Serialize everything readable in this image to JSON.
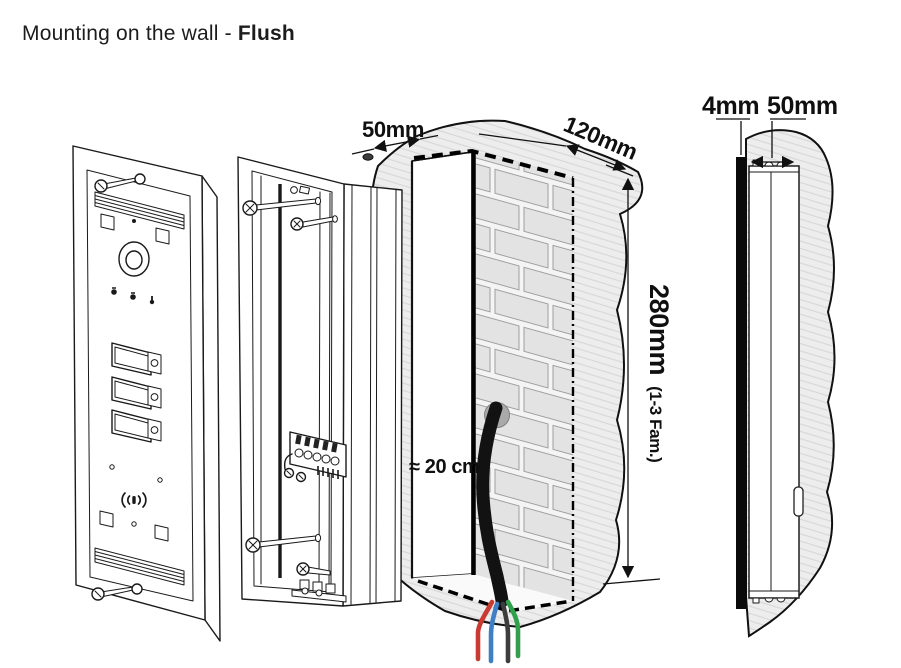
{
  "title": {
    "prefix": "Mounting on the wall - ",
    "emphasis": "Flush"
  },
  "wall_view": {
    "dim_depth_label": "50mm",
    "dim_width_label": "120mm",
    "dim_height_label": "280mm",
    "dim_height_note": "(1-3 Fam.)",
    "cable_label": "≈ 20 cm"
  },
  "side_view": {
    "dim_protrusion_label": "4mm",
    "dim_depth_label": "50mm"
  },
  "wires": [
    {
      "name": "red-wire",
      "color": "#c93a30"
    },
    {
      "name": "blue-wire",
      "color": "#3f7fc6"
    },
    {
      "name": "dark-wire",
      "color": "#3d3d3d"
    },
    {
      "name": "green-wire",
      "color": "#2fa14a"
    }
  ],
  "palette": {
    "line": "#1a1a1a",
    "wall_fill": "#ededed",
    "hatch": "#d7d7d7",
    "brick_fill": "#e3e3e3",
    "brick_line": "#9f9f9f",
    "cable": "#121212",
    "hole": "#a9a9a9"
  }
}
